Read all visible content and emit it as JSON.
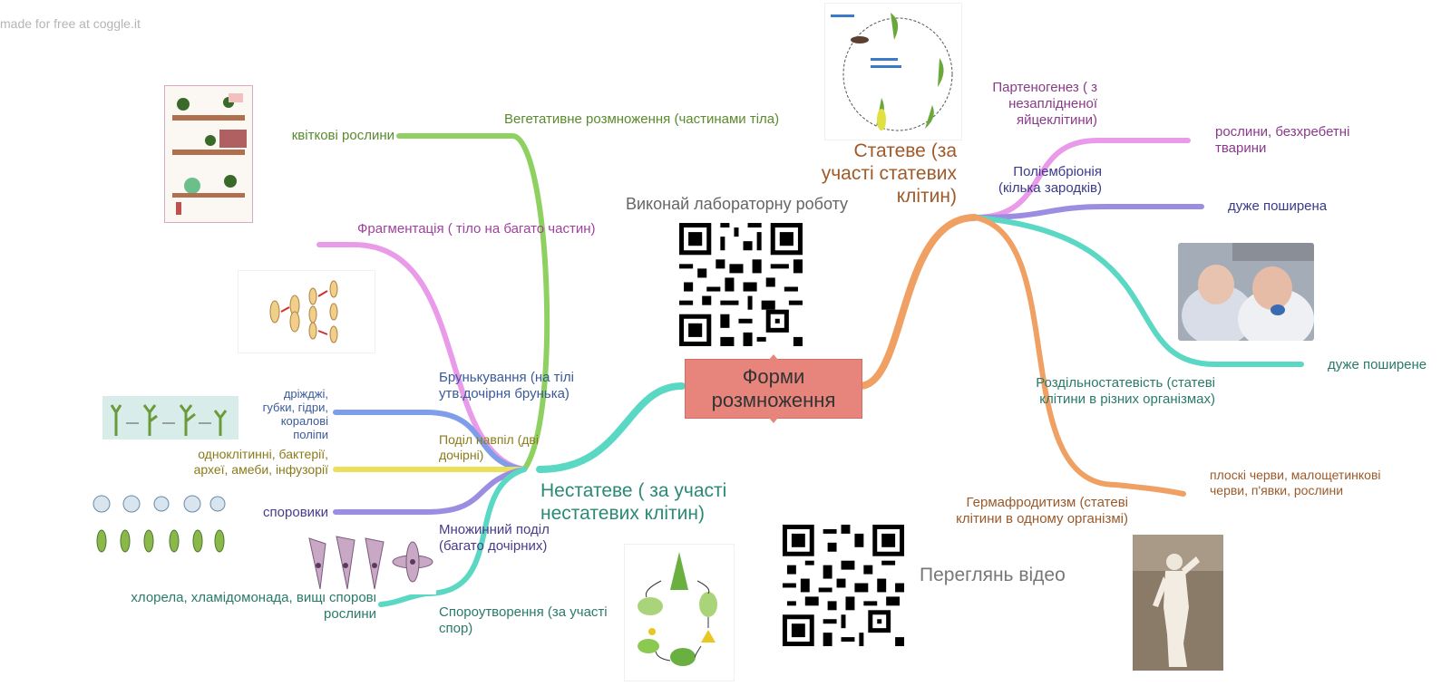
{
  "watermark": "made for free at coggle.it",
  "colors": {
    "green": "#8fd161",
    "pink": "#e99ae8",
    "blue": "#7f9de8",
    "yellow": "#ece05a",
    "purple": "#9c8de2",
    "teal": "#5ad8c4",
    "orange": "#efa062",
    "central": "#e7857c"
  },
  "central": {
    "label": "Форми розмноження"
  },
  "asexual": {
    "title": "Нестатеве ( за участі нестатевих клітин)",
    "branches": {
      "vegetative": {
        "label": "Вегетативне розмноження (частинами тіла)",
        "leaf": "квіткові рослини"
      },
      "fragmentation": {
        "label": "Фрагментація ( тіло на багато частин)"
      },
      "budding": {
        "label": "Брунькування (на тілі утв.дочірня брунька)",
        "leaf": "дріжджі, губки, гідри, коралові поліпи"
      },
      "division": {
        "label": "Поділ навпіл (дві дочірні)",
        "leaf": "одноклітинні, бактерії, археї, амеби, інфузорії"
      },
      "multiple": {
        "label": "Множинний поділ (багато дочірних)",
        "leaf": "споровики"
      },
      "spores": {
        "label": "Спороутворення (за участі спор)",
        "leaf": "хлорела, хламідомонада, вищі спорові рослини"
      }
    }
  },
  "sexual": {
    "title": "Статеве (за участі статевих клітин)",
    "branches": {
      "parthenogenesis": {
        "label": "Партеногенез ( з незаплідненої яйцеклітини)",
        "leaf": "рослини, безхребетні тварини"
      },
      "polyembryony": {
        "label": "Поліембріонія (кілька зародків)",
        "leaf": "дуже поширена"
      },
      "dioecy": {
        "label": "Роздільностатевість (статеві клітини в різних організмах)",
        "leaf": "дуже поширене"
      },
      "hermaphroditism": {
        "label": "Гермафродитизм (статеві клітини в одному організмі)",
        "leaf": "плоскі черви, малощетинкові черви, п'явки, рослини"
      }
    }
  },
  "lab": {
    "label": "Виконай лабораторну роботу"
  },
  "video": {
    "label": "Переглянь відео"
  },
  "icons": [
    "qr-code-icon",
    "plant-image-icon",
    "cell-image-icon",
    "hydra-image-icon",
    "twins-photo-icon",
    "statue-photo-icon",
    "lifecycle-image-icon"
  ]
}
